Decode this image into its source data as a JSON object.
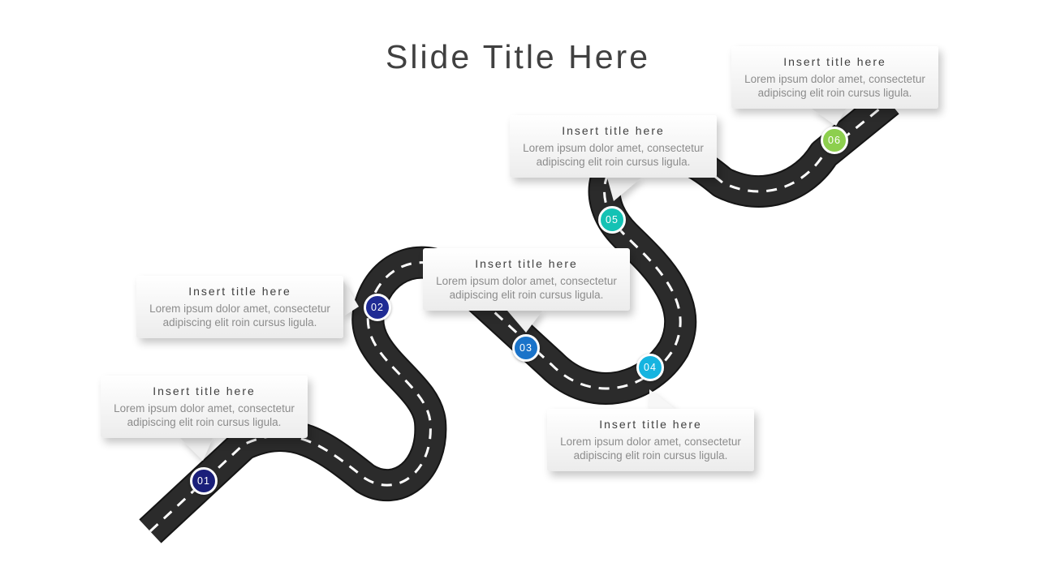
{
  "slide": {
    "title": "Slide Title Here"
  },
  "road": {
    "asphalt_color": "#2b2b2b",
    "edge_color": "#151515",
    "dash_color": "#ffffff",
    "faded_dash_color": "#9a9a9a"
  },
  "steps": [
    {
      "number": "01",
      "color": "#1a1f7a",
      "title": "Insert title here",
      "body_line1": "Lorem ipsum dolor amet, consectetur",
      "body_line2": "adipiscing elit roin cursus ligula."
    },
    {
      "number": "02",
      "color": "#1f2b94",
      "title": "Insert title here",
      "body_line1": "Lorem ipsum dolor amet, consectetur",
      "body_line2": "adipiscing elit roin cursus ligula."
    },
    {
      "number": "03",
      "color": "#1a73c9",
      "title": "Insert title here",
      "body_line1": "Lorem ipsum dolor amet, consectetur",
      "body_line2": "adipiscing elit roin cursus ligula."
    },
    {
      "number": "04",
      "color": "#16b4e0",
      "title": "Insert title here",
      "body_line1": "Lorem ipsum dolor amet, consectetur",
      "body_line2": "adipiscing elit roin cursus ligula."
    },
    {
      "number": "05",
      "color": "#14c2b4",
      "title": "Insert title here",
      "body_line1": "Lorem ipsum dolor amet, consectetur",
      "body_line2": "adipiscing elit roin cursus ligula."
    },
    {
      "number": "06",
      "color": "#8dcf4e",
      "title": "Insert title here",
      "body_line1": "Lorem ipsum dolor amet, consectetur",
      "body_line2": "adipiscing elit roin cursus ligula."
    }
  ]
}
